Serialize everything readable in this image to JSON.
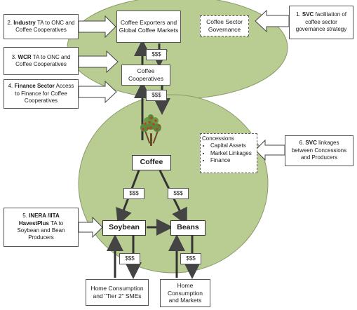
{
  "nodes": {
    "exporters": "Coffee Exporters and Global Coffee Markets",
    "governance": "Coffee Sector Governance",
    "cooperatives": "Coffee Cooperatives",
    "coffee": "Coffee",
    "soybean": "Soybean",
    "beans": "Beans",
    "home_sme": "Home Consumption and \"Tier 2\" SMEs",
    "home_markets": "Home Consumption and Markets",
    "concessions_title": "Concessions",
    "concessions_items": [
      "Capital Assets",
      "Market Linkages",
      "Finance"
    ]
  },
  "money_label": "$$$",
  "interventions": {
    "i1": {
      "prefix": "1.",
      "bold": "SVC",
      "rest": "facilitation of coffee sector governance strategy"
    },
    "i2": {
      "prefix": "2.",
      "bold": "Industry",
      "rest": "TA to ONC and Coffee Cooperatives"
    },
    "i3": {
      "prefix": "3.",
      "bold": "WCR",
      "rest": "TA to ONC and Coffee Cooperatives"
    },
    "i4": {
      "prefix": "4.",
      "bold": "Finance Sector",
      "rest": "Access to Finance for Coffee Cooperatives"
    },
    "i5": {
      "prefix": "5.",
      "bold": "INERA /IITA HavestPlus",
      "rest": "TA to Soybean and Bean Producers"
    },
    "i6": {
      "prefix": "6.",
      "bold": "SVC",
      "rest": "linkages between Concessions and Producers"
    }
  },
  "colors": {
    "ellipse_fill": "#b9cd93",
    "ellipse_stroke": "#8a9a6a",
    "arrow": "#444444",
    "tree_leaf": "#5a8a3a",
    "tree_fruit": "#c0392b",
    "tree_trunk": "#6b4a2a"
  }
}
